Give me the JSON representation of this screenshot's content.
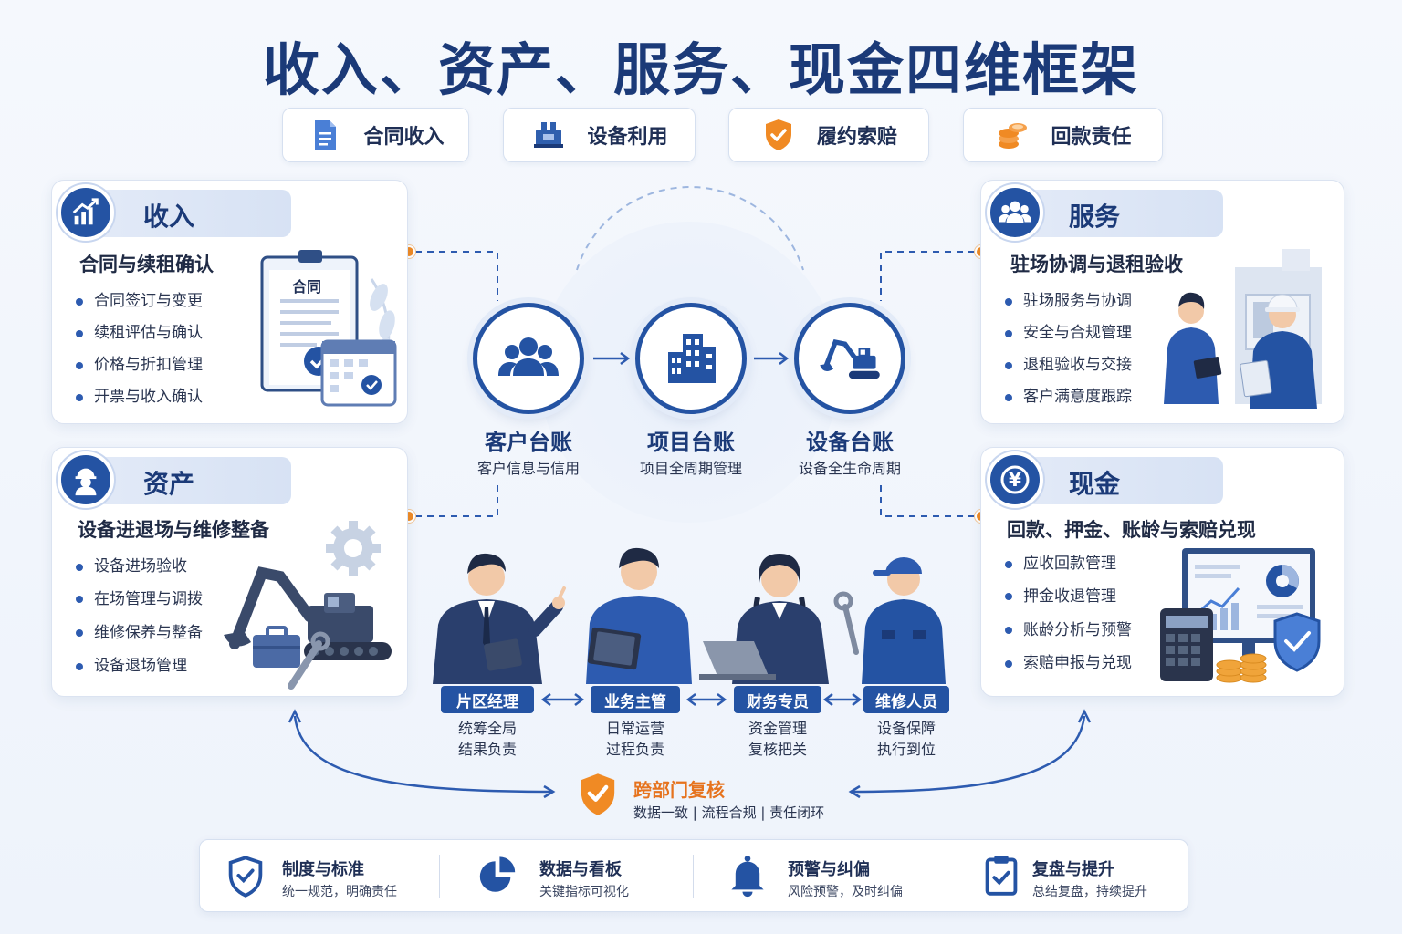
{
  "title": "收入、资产、服务、现金四维框架",
  "pills": [
    {
      "label": "合同收入",
      "icon": "document-icon"
    },
    {
      "label": "设备利用",
      "icon": "machine-icon"
    },
    {
      "label": "履约索赔",
      "icon": "shield-check-icon"
    },
    {
      "label": "回款责任",
      "icon": "coins-icon"
    }
  ],
  "quadrants": {
    "income": {
      "title": "收入",
      "subtitle": "合同与续租确认",
      "illustration_label": "合同",
      "items": [
        "合同签订与变更",
        "续租评估与确认",
        "价格与折扣管理",
        "开票与收入确认"
      ]
    },
    "assets": {
      "title": "资产",
      "subtitle": "设备进退场与维修整备",
      "items": [
        "设备进场验收",
        "在场管理与调拨",
        "维修保养与整备",
        "设备退场管理"
      ]
    },
    "service": {
      "title": "服务",
      "subtitle": "驻场协调与退租验收",
      "items": [
        "驻场服务与协调",
        "安全与合规管理",
        "退租验收与交接",
        "客户满意度跟踪"
      ]
    },
    "cash": {
      "title": "现金",
      "subtitle": "回款、押金、账龄与索赔兑现",
      "items": [
        "应收回款管理",
        "押金收退管理",
        "账龄分析与预警",
        "索赔申报与兑现"
      ]
    }
  },
  "ledgers": [
    {
      "name": "客户台账",
      "desc": "客户信息与信用"
    },
    {
      "name": "项目台账",
      "desc": "项目全周期管理"
    },
    {
      "name": "设备台账",
      "desc": "设备全生命周期"
    }
  ],
  "roles": [
    {
      "tag": "片区经理",
      "line1": "统筹全局",
      "line2": "结果负责"
    },
    {
      "tag": "业务主管",
      "line1": "日常运营",
      "line2": "过程负责"
    },
    {
      "tag": "财务专员",
      "line1": "资金管理",
      "line2": "复核把关"
    },
    {
      "tag": "维修人员",
      "line1": "设备保障",
      "line2": "执行到位"
    }
  ],
  "review": {
    "title": "跨部门复核",
    "desc": "数据一致 | 流程合规 | 责任闭环"
  },
  "bottom": [
    {
      "title": "制度与标准",
      "desc": "统一规范，明确责任",
      "icon": "shield-check-icon"
    },
    {
      "title": "数据与看板",
      "desc": "关键指标可视化",
      "icon": "pie-chart-icon"
    },
    {
      "title": "预警与纠偏",
      "desc": "风险预警，及时纠偏",
      "icon": "bell-icon"
    },
    {
      "title": "复盘与提升",
      "desc": "总结复盘，持续提升",
      "icon": "clipboard-check-icon"
    }
  ],
  "colors": {
    "primary": "#2453a3",
    "title": "#1b3a78",
    "accent": "#f08a24"
  }
}
